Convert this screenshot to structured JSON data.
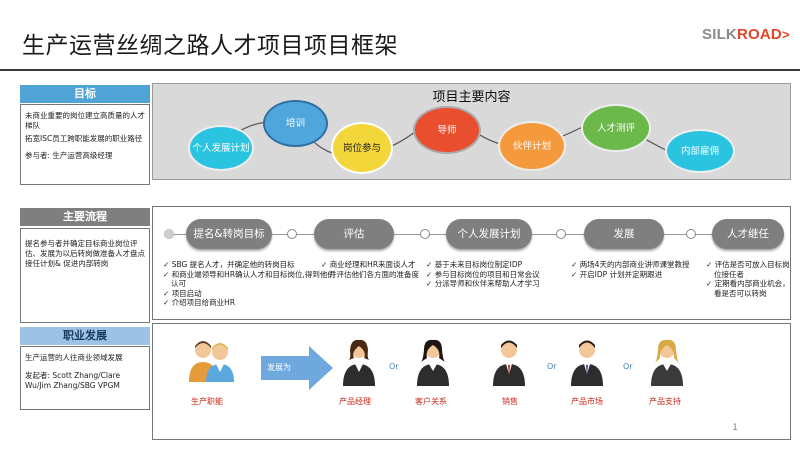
{
  "title": "生产运营丝绸之路人才项目项目框架",
  "logo": {
    "part1": "SILK",
    "part2": "ROAD",
    "arrow": ">",
    "gray": "#8a8a8a",
    "red": "#e0462a"
  },
  "goal": {
    "header": "目标",
    "lines": [
      "未商业重要的岗位建立高质量的人才梯队",
      "拓宽ISC员工跨职能发展的职业路径"
    ],
    "participants": "参与者: 生产运营高级经理"
  },
  "main_content": {
    "title": "项目主要内容",
    "items": [
      "个人发展计划",
      "培训",
      "岗位参与",
      "导师",
      "伙伴计划",
      "人才测评",
      "内部雇佣"
    ]
  },
  "process": {
    "header": "主要流程",
    "description": "提名参与者并确定目标商业岗位评估、发展为以后转岗做准备人才盘点接任计划& 促进内部转岗",
    "steps": [
      "提名&转岗目标",
      "评估",
      "个人发展计划",
      "发展",
      "人才继任"
    ],
    "details": [
      [
        "SBG 提名人才，并确定他的转岗目标",
        "和商业端领导和HR确认人才和目标岗位,得到他们认可",
        "项目启动",
        "介绍项目给商业HR"
      ],
      [
        "商业经理和HR来面谈人才并评估他们各方面的准备度"
      ],
      [
        "基于未来目标岗位制定IDP",
        "参与目标岗位的项目和日常会议",
        "分派导师和伙伴来帮助人才学习"
      ],
      [
        "两场4天的内部商业讲师课堂教授",
        "开启IDP 计划并定期跟进"
      ],
      [
        "评估是否可放入目标岗位接任者",
        "定期看内部商业机会，看是否可以转岗"
      ]
    ],
    "bullet": "✓"
  },
  "career": {
    "header": "职业发展",
    "description": "生产运营的人往商业领域发展",
    "sponsor": "发起者: Scott Zhang/Clare Wu/Jim Zhang/SBG VPGM",
    "source_label": "生产职能",
    "arrow_label": "发展为",
    "or_label": "Or",
    "targets": [
      "产品经理",
      "客户关系",
      "销售",
      "产品市场",
      "产品支持"
    ]
  },
  "page_number": "1",
  "colors": {
    "header_blue": "#4fa3d5",
    "header_gray": "#7f7f7f",
    "header_lightblue": "#9cc3e6",
    "accent_red": "#cc2a1a",
    "or_blue": "#3f7fb0"
  }
}
